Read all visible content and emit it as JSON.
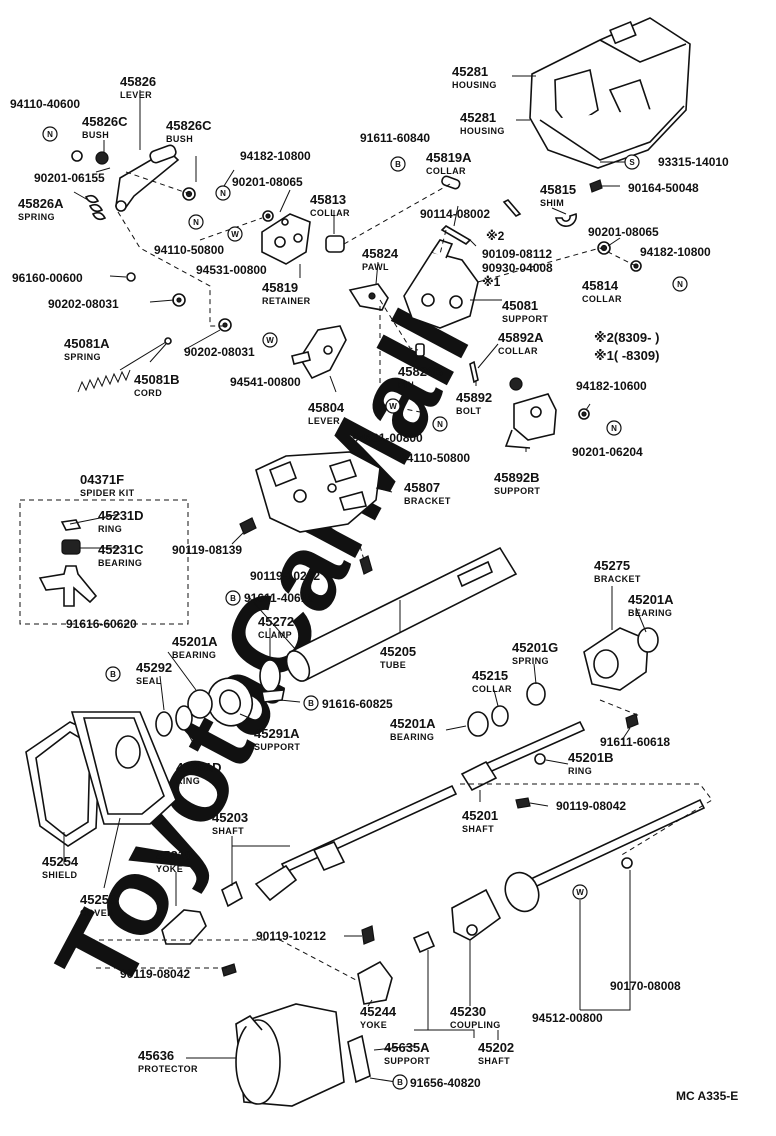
{
  "watermark": "ToyotaCarMall",
  "footer_code": "MC A335-E",
  "note": {
    "line2_mark": "※2",
    "line2_range": "(8309-        )",
    "line1_mark": "※1",
    "line1_range": "(        -8309)"
  },
  "symbol_letters": {
    "n": "N",
    "b": "B",
    "s": "S",
    "w": "W"
  },
  "parts": {
    "p45281a": {
      "no": "45281",
      "name": "HOUSING"
    },
    "p45281b": {
      "no": "45281",
      "name": "HOUSING"
    },
    "p93315": {
      "no": "93315-14010"
    },
    "p90164": {
      "no": "90164-50048"
    },
    "p94110_40600": {
      "no": "94110-40600"
    },
    "p45826": {
      "no": "45826",
      "name": "LEVER"
    },
    "p45826c_a": {
      "no": "45826C",
      "name": "BUSH"
    },
    "p45826c_b": {
      "no": "45826C",
      "name": "BUSH"
    },
    "p90201_06155": {
      "no": "90201-06155"
    },
    "p45826a": {
      "no": "45826A",
      "name": "SPRING"
    },
    "p94182_10800a": {
      "no": "94182-10800"
    },
    "p90201_08065a": {
      "no": "90201-08065"
    },
    "p94110_50800a": {
      "no": "94110-50800"
    },
    "p94531_00800a": {
      "no": "94531-00800"
    },
    "p45813": {
      "no": "45813",
      "name": "COLLAR"
    },
    "p45819": {
      "no": "45819",
      "name": "RETAINER"
    },
    "p91611_60840": {
      "no": "91611-60840"
    },
    "p45819a": {
      "no": "45819A",
      "name": "COLLAR"
    },
    "p96160": {
      "no": "96160-00600"
    },
    "p90202_08031a": {
      "no": "90202-08031"
    },
    "p90202_08031b": {
      "no": "90202-08031"
    },
    "p45081a": {
      "no": "45081A",
      "name": "SPRING"
    },
    "p45081b": {
      "no": "45081B",
      "name": "CORD"
    },
    "p94541": {
      "no": "94541-00800"
    },
    "p45804": {
      "no": "45804",
      "name": "LEVER"
    },
    "p45824": {
      "no": "45824",
      "name": "PAWL"
    },
    "p45826b": {
      "no": "45826B",
      "name": "PIN"
    },
    "p94531_00800b": {
      "no": "94531-00800"
    },
    "p94110_50800b": {
      "no": "94110-50800"
    },
    "p90114": {
      "no": "90114-08002"
    },
    "p90109": {
      "no": "90109-08112"
    },
    "p90930": {
      "no": "90930-04008"
    },
    "p45815": {
      "no": "45815",
      "name": "SHIM"
    },
    "p90201_08065b": {
      "no": "90201-08065"
    },
    "p94182_10800b": {
      "no": "94182-10800"
    },
    "p45814": {
      "no": "45814",
      "name": "COLLAR"
    },
    "p45081": {
      "no": "45081",
      "name": "SUPPORT"
    },
    "p45892a": {
      "no": "45892A",
      "name": "COLLAR"
    },
    "p45892": {
      "no": "45892",
      "name": "BOLT"
    },
    "p94182_10600": {
      "no": "94182-10600"
    },
    "p90201_06204": {
      "no": "90201-06204"
    },
    "p45892b": {
      "no": "45892B",
      "name": "SUPPORT"
    },
    "p04371f": {
      "no": "04371F",
      "name": "SPIDER KIT"
    },
    "p45231d": {
      "no": "45231D",
      "name": "RING"
    },
    "p45231c": {
      "no": "45231C",
      "name": "BEARING"
    },
    "p45807": {
      "no": "45807",
      "name": "BRACKET"
    },
    "p90119_08139": {
      "no": "90119-08139"
    },
    "p90119_10292": {
      "no": "90119-10292"
    },
    "p91611_40618": {
      "no": "91611-40618"
    },
    "p45272": {
      "no": "45272",
      "name": "CLAMP"
    },
    "p45205": {
      "no": "45205",
      "name": "TUBE"
    },
    "p45275": {
      "no": "45275",
      "name": "BRACKET"
    },
    "p45201a_a": {
      "no": "45201A",
      "name": "BEARING"
    },
    "p91616_60620": {
      "no": "91616-60620"
    },
    "p45201a_b": {
      "no": "45201A",
      "name": "BEARING"
    },
    "p45292": {
      "no": "45292",
      "name": "SEAL"
    },
    "p91616_60825": {
      "no": "91616-60825"
    },
    "p45291a": {
      "no": "45291A",
      "name": "SUPPORT"
    },
    "p45201g": {
      "no": "45201G",
      "name": "SPRING"
    },
    "p45215": {
      "no": "45215",
      "name": "COLLAR"
    },
    "p45201a_c": {
      "no": "45201A",
      "name": "BEARING"
    },
    "p91611_60618": {
      "no": "91611-60618"
    },
    "p45201d": {
      "no": "45201D",
      "name": "RING"
    },
    "p45201b": {
      "no": "45201B",
      "name": "RING"
    },
    "p45201": {
      "no": "45201",
      "name": "SHAFT"
    },
    "p90119_08042a": {
      "no": "90119-08042"
    },
    "p45203": {
      "no": "45203",
      "name": "SHAFT"
    },
    "p45219": {
      "no": "45219",
      "name": "YOKE"
    },
    "p45254": {
      "no": "45254",
      "name": "SHIELD"
    },
    "p45253": {
      "no": "45253",
      "name": "COVER"
    },
    "p90119_10212": {
      "no": "90119-10212"
    },
    "p90119_08042b": {
      "no": "90119-08042"
    },
    "p45244": {
      "no": "45244",
      "name": "YOKE"
    },
    "p45230": {
      "no": "45230",
      "name": "COUPLING"
    },
    "p90170": {
      "no": "90170-08008"
    },
    "p94512": {
      "no": "94512-00800"
    },
    "p45636": {
      "no": "45636",
      "name": "PROTECTOR"
    },
    "p45635a": {
      "no": "45635A",
      "name": "SUPPORT"
    },
    "p45202": {
      "no": "45202",
      "name": "SHAFT"
    },
    "p91656": {
      "no": "91656-40820"
    }
  }
}
